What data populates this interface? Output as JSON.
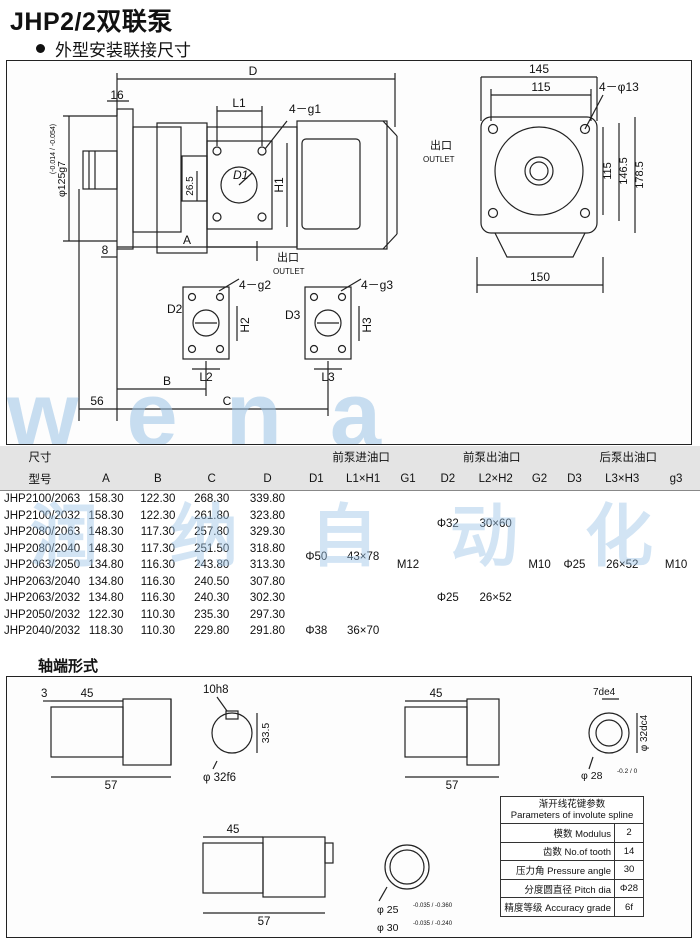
{
  "page": {
    "title": "JHP2/2双联泵",
    "subtitle": "外型安装联接尺寸",
    "shaft_title": "轴端形式"
  },
  "drawing_labels": {
    "D": "D",
    "A": "A",
    "B": "B",
    "C": "C",
    "L1": "L1",
    "L2": "L2",
    "L3": "L3",
    "D1": "D1",
    "D2": "D2",
    "D3": "D3",
    "H1": "H1",
    "H2": "H2",
    "H3": "H3",
    "g1": "4－g1",
    "g2": "4－g2",
    "g3": "4－g3",
    "d16": "16",
    "d8": "8",
    "d56": "56",
    "d26_5": "26.5",
    "shaft_fit": "φ125g7",
    "shaft_tol": "(-0.014 / -0.054)",
    "outlet_cn": "出口",
    "outlet_en": "OUTLET",
    "d145": "145",
    "d115": "115",
    "d13": "4－φ13",
    "d115v": "115",
    "d146_5": "146.5",
    "d178_5": "178.5",
    "d150": "150"
  },
  "watermark": {
    "latin": "wena",
    "chinese": [
      "润",
      "纳",
      "自",
      "动",
      "化"
    ]
  },
  "spec_table": {
    "corner_top": "尺寸",
    "corner_bottom": "型号",
    "group_front_in": "前泵进油口",
    "group_front_out": "前泵出油口",
    "group_rear_out": "后泵出油口",
    "cols": [
      "A",
      "B",
      "C",
      "D"
    ],
    "subcols": [
      "D1",
      "L1×H1",
      "G1",
      "D2",
      "L2×H2",
      "G2",
      "D3",
      "L3×H3",
      "g3"
    ],
    "rows": [
      {
        "model": "JHP2100/2063",
        "A": "158.30",
        "B": "122.30",
        "C": "268.30",
        "D": "339.80"
      },
      {
        "model": "JHP2100/2032",
        "A": "158.30",
        "B": "122.30",
        "C": "261.80",
        "D": "323.80"
      },
      {
        "model": "JHP2080/2063",
        "A": "148.30",
        "B": "117.30",
        "C": "257.80",
        "D": "329.30"
      },
      {
        "model": "JHP2080/2040",
        "A": "148.30",
        "B": "117.30",
        "C": "251.50",
        "D": "318.80"
      },
      {
        "model": "JHP2063/2050",
        "A": "134.80",
        "B": "116.30",
        "C": "243.80",
        "D": "313.30"
      },
      {
        "model": "JHP2063/2040",
        "A": "134.80",
        "B": "116.30",
        "C": "240.50",
        "D": "307.80"
      },
      {
        "model": "JHP2063/2032",
        "A": "134.80",
        "B": "116.30",
        "C": "240.30",
        "D": "302.30"
      },
      {
        "model": "JHP2050/2032",
        "A": "122.30",
        "B": "110.30",
        "C": "235.30",
        "D": "297.30"
      },
      {
        "model": "JHP2040/2032",
        "A": "118.30",
        "B": "110.30",
        "C": "229.80",
        "D": "291.80"
      }
    ],
    "merged": {
      "d1_a": "Φ50",
      "l1h1_a": "43×78",
      "g1": "M12",
      "d1_b": "Φ38",
      "l1h1_b": "36×70",
      "d2_a": "Φ32",
      "l2h2_a": "30×60",
      "d2_b": "Φ25",
      "l2h2_b": "26×52",
      "g2": "M10",
      "d3": "Φ25",
      "l3h3": "26×52",
      "g3": "M10"
    }
  },
  "shaft_labels": {
    "s1_3": "3",
    "s1_45": "45",
    "s1_57": "57",
    "s1_key": "10h8",
    "s1_h": "33.5",
    "s1_dia": "φ 32f6",
    "s2_45": "45",
    "s2_57": "57",
    "s2_key": "7de4",
    "s2_dia": "φ 32dc4",
    "s2_base": "φ 28",
    "s2_base_tol": "-0.2 / 0",
    "s3_45": "45",
    "s3_57": "57",
    "s3_d25": "φ 25",
    "s3_d25_tol": "-0.035 / -0.360",
    "s3_d30": "φ 30",
    "s3_d30_tol": "-0.035 / -0.240"
  },
  "spline_table": {
    "header_cn": "渐开线花键参数",
    "header_en": "Parameters of involute spline",
    "rows": [
      {
        "label": "模数 Modulus",
        "value": "2"
      },
      {
        "label": "齿数 No.of tooth",
        "value": "14"
      },
      {
        "label": "压力角 Pressure angle",
        "value": "30"
      },
      {
        "label": "分度圆直径 Pitch dia",
        "value": "Φ28"
      },
      {
        "label": "精度等级 Accuracy grade",
        "value": "6f"
      }
    ]
  }
}
